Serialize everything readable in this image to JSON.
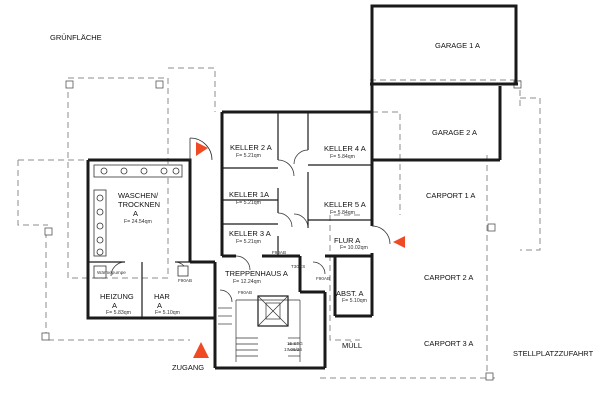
{
  "plan": {
    "outside": {
      "gruenflaeche": "GRÜNFLÄCHE",
      "stellplatz": "STELLPLATZZUFAHRT",
      "zugang": "ZUGANG",
      "muell": "MÜLL"
    },
    "garages": {
      "g1": "GARAGE 1 A",
      "g2": "GARAGE 2 A",
      "c1": "CARPORT 1 A",
      "c2": "CARPORT 2 A",
      "c3": "CARPORT 3 A"
    },
    "rooms": {
      "keller2": {
        "name": "KELLER 2 A",
        "area": "F= 5.21qm"
      },
      "keller4": {
        "name": "KELLER 4  A",
        "area": "F= 5.84qm"
      },
      "keller1": {
        "name": "KELLER 1A",
        "area": "F= 5.21qm"
      },
      "keller5": {
        "name": "KELLER 5  A",
        "area": "F= 5.84qm"
      },
      "keller3": {
        "name": "KELLER 3 A",
        "area": "F= 5.21qm"
      },
      "flur": {
        "name": "FLUR  A",
        "area": "F= 10.02qm"
      },
      "waschen1": "WASCHEN/",
      "waschen2": "TROCKNEN",
      "waschen3": "A",
      "waschen_area": "F= 24.54qm",
      "treppenhaus": {
        "name": "TREPPENHAUS  A",
        "area": "F= 12.24qm"
      },
      "heizung1": "HEIZUNG",
      "heizung2": "A",
      "heizung_area": "F= 5.83qm",
      "har1": "HAR",
      "har2": "A",
      "har_area": "F= 5.10qm",
      "abst": {
        "name": "ABST.  A",
        "area": "F= 5.10qm"
      }
    },
    "annotations": {
      "waermepumpe": "Wärmepumpe",
      "stg1": "15 STG",
      "stg2": "17.06/26",
      "t30rs": "T30RS",
      "f90ab_a": "F90AB",
      "f90ab_b": "F90AB",
      "f90ab_c": "F90AB",
      "f90ab_d": "F90AB"
    },
    "colors": {
      "entrance_marker": "#f04a24",
      "wall": "#1a1a1a",
      "dashed_outline": "#8c8c8c"
    }
  }
}
